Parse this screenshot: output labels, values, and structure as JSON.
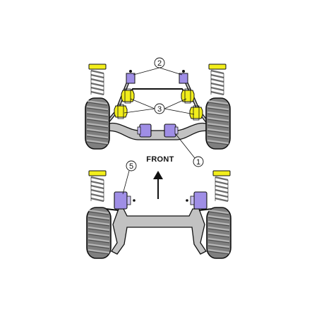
{
  "labels": {
    "front": "FRONT",
    "callout_1": "1",
    "callout_2": "2",
    "callout_3": "3",
    "callout_5": "5"
  },
  "colors": {
    "tyre": "#7f7f7f",
    "tyre_dark": "#4a4a4a",
    "tyre_tread": "#b5b5b5",
    "bush_purple": "#9f8ee6",
    "bush_yellow": "#f2ee1c",
    "spring": "#6d6d6d",
    "subframe": "#c2c2c2",
    "outline": "#111111"
  },
  "icons": {
    "direction_arrow": "up-arrow-icon"
  }
}
